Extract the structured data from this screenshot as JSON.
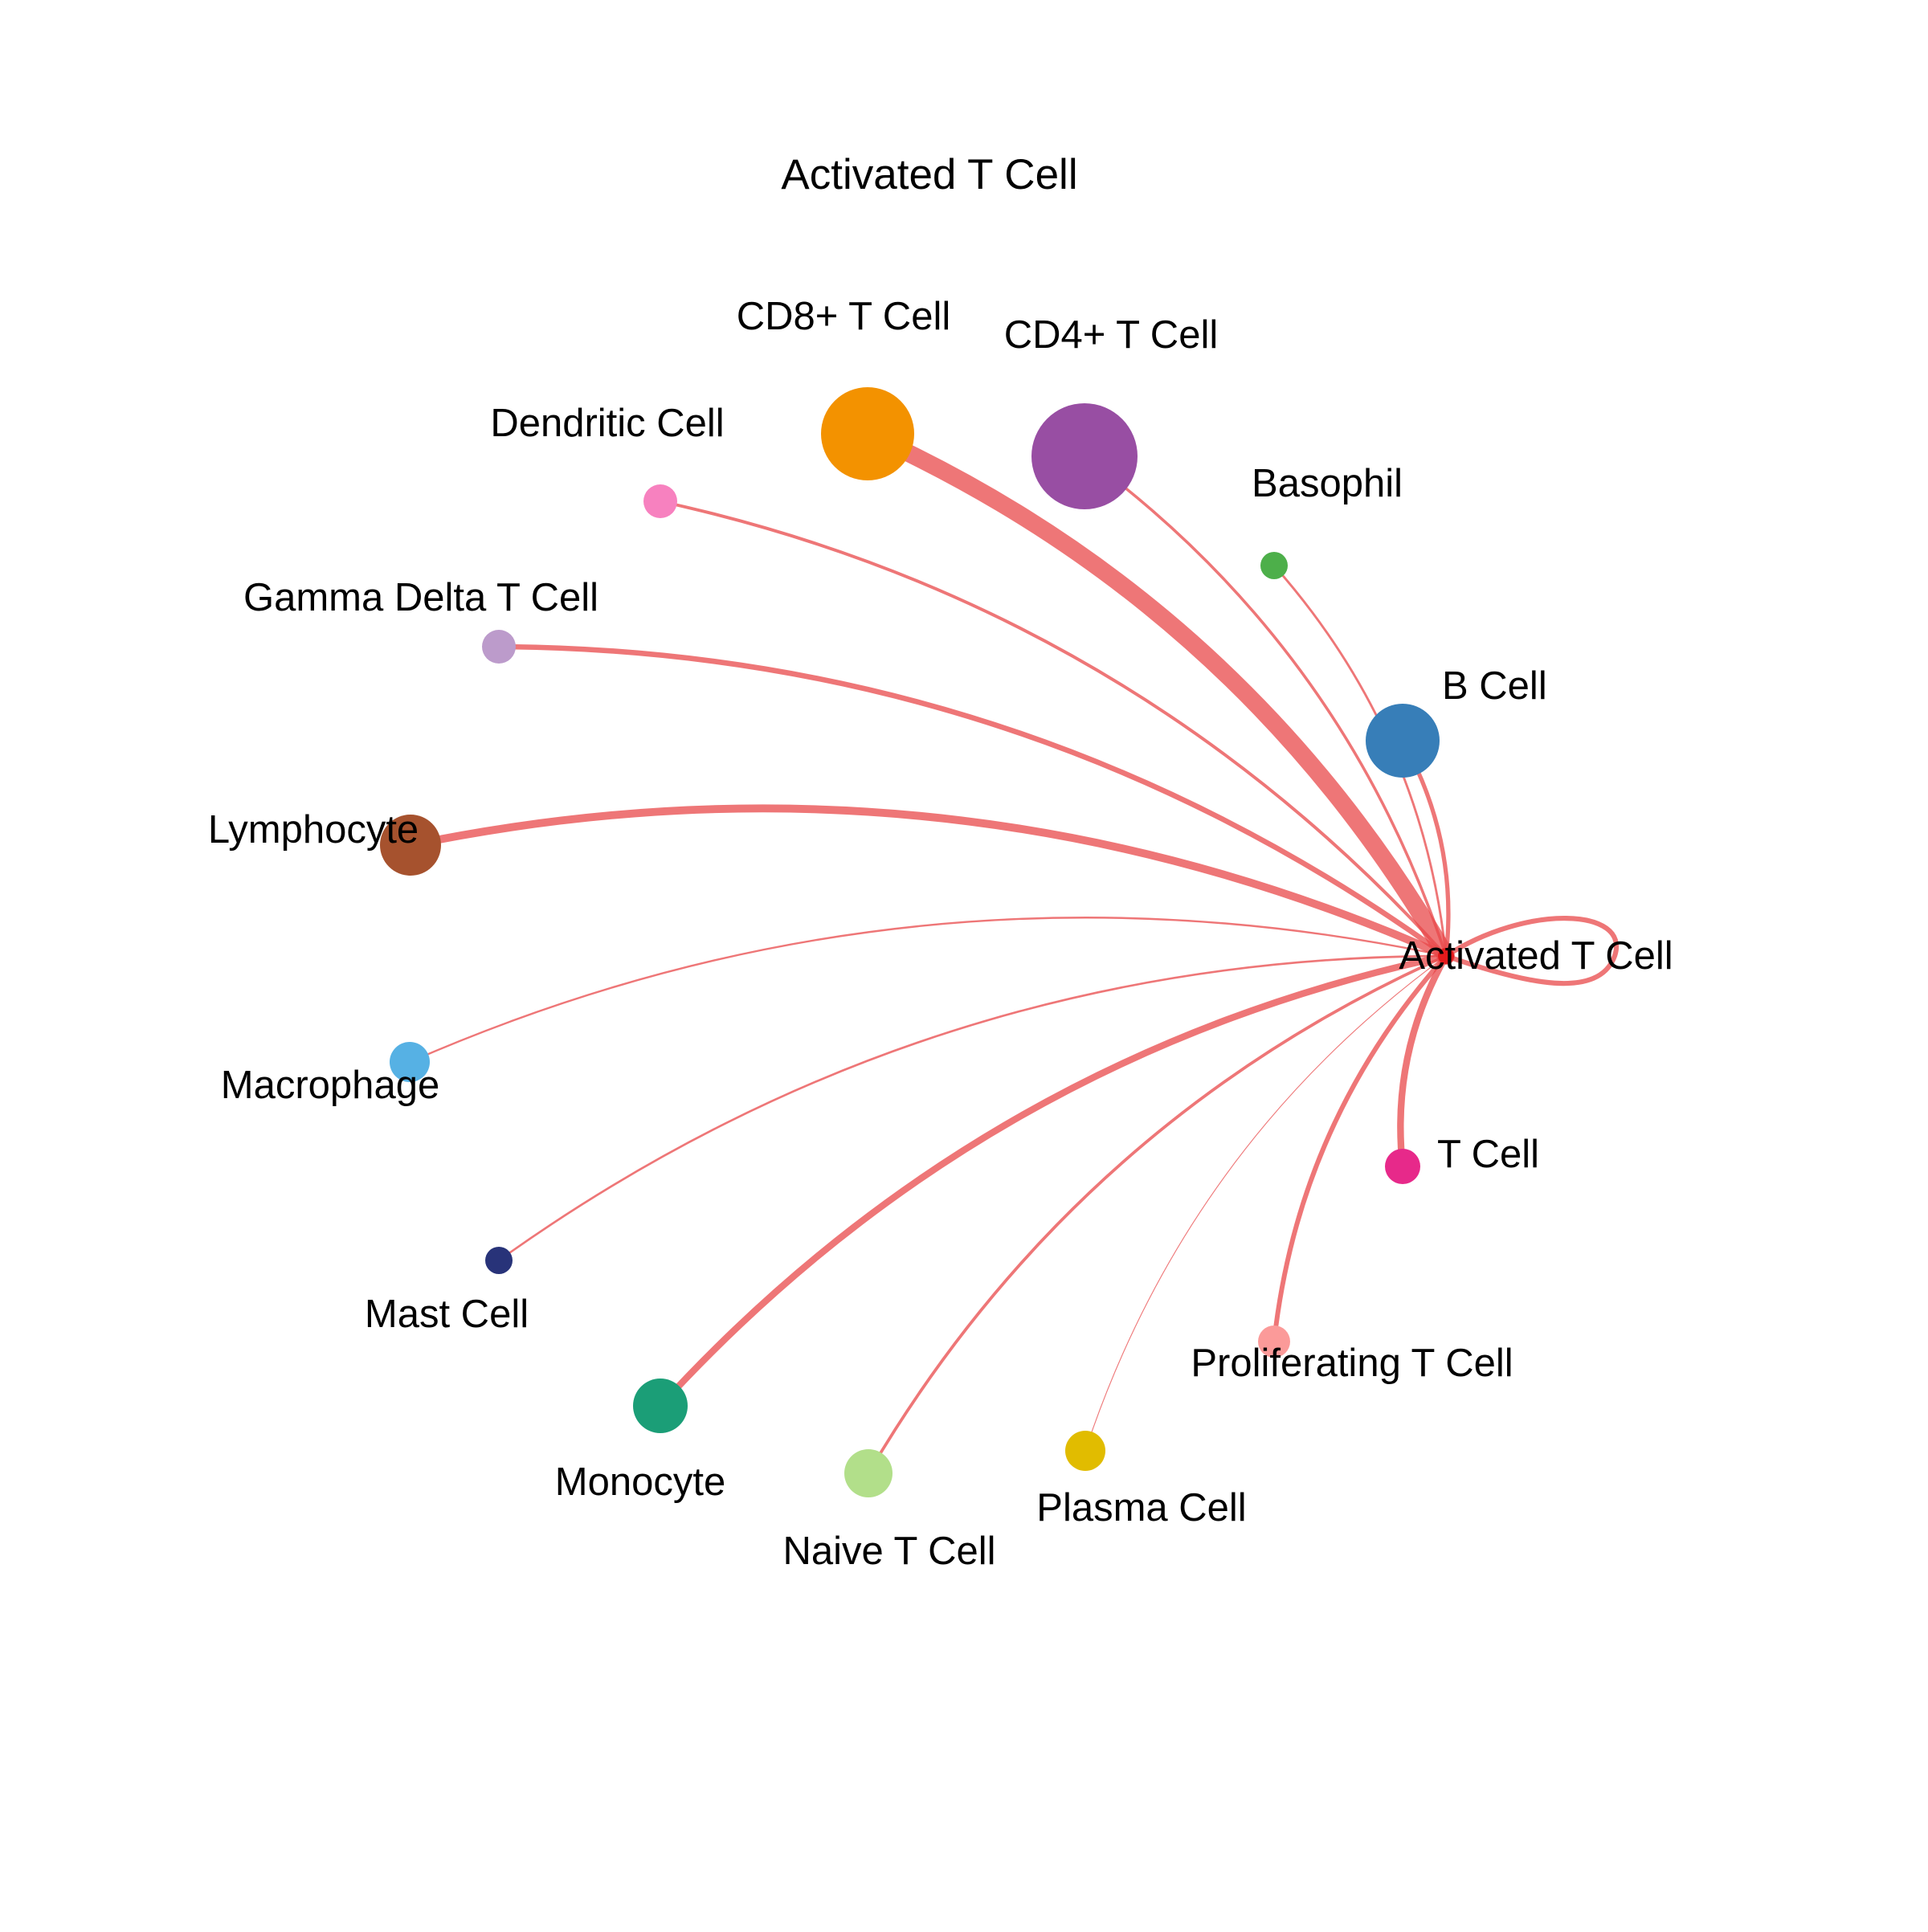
{
  "title": "Activated T Cell",
  "edge_color": "#e8484a",
  "center": {
    "name": "Activated T Cell",
    "color": "#e41a1c"
  },
  "nodes": [
    {
      "id": "cd8",
      "name": "CD8+ T Cell",
      "color": "#f39200",
      "size": 10,
      "weight": 10
    },
    {
      "id": "cd4",
      "name": "CD4+ T Cell",
      "color": "#984ea3",
      "size": 11,
      "weight": 1.6
    },
    {
      "id": "dendritic",
      "name": "Dendritic Cell",
      "color": "#f781bf",
      "size": 3.5,
      "weight": 1.8
    },
    {
      "id": "basophil",
      "name": "Basophil",
      "color": "#4daf4a",
      "size": 3,
      "weight": 1.3
    },
    {
      "id": "gammadelta",
      "name": "Gamma Delta T Cell",
      "color": "#bc9bcb",
      "size": 3.5,
      "weight": 3
    },
    {
      "id": "bcell",
      "name": "B Cell",
      "color": "#377eb8",
      "size": 8,
      "weight": 2.4
    },
    {
      "id": "lymphocyte",
      "name": "Lymphocyte",
      "color": "#a6522e",
      "size": 6.5,
      "weight": 4.5
    },
    {
      "id": "macrophage",
      "name": "Macrophage",
      "color": "#56b1e4",
      "size": 4.3,
      "weight": 1.1
    },
    {
      "id": "tcell",
      "name": "T Cell",
      "color": "#e7298a",
      "size": 3.8,
      "weight": 3.8
    },
    {
      "id": "mast",
      "name": "Mast Cell",
      "color": "#283379",
      "size": 3,
      "weight": 1.2
    },
    {
      "id": "prolif",
      "name": "Proliferating T Cell",
      "color": "#fb9a99",
      "size": 3.5,
      "weight": 2.7
    },
    {
      "id": "monocyte",
      "name": "Monocyte",
      "color": "#1b9e77",
      "size": 5.8,
      "weight": 3.8
    },
    {
      "id": "plasma",
      "name": "Plasma Cell",
      "color": "#e1bc00",
      "size": 4.3,
      "weight": 0.5
    },
    {
      "id": "naive",
      "name": "Naive T Cell",
      "color": "#b2df8a",
      "size": 5.2,
      "weight": 1.7
    }
  ],
  "self_loop": {
    "weight": 3.5
  }
}
